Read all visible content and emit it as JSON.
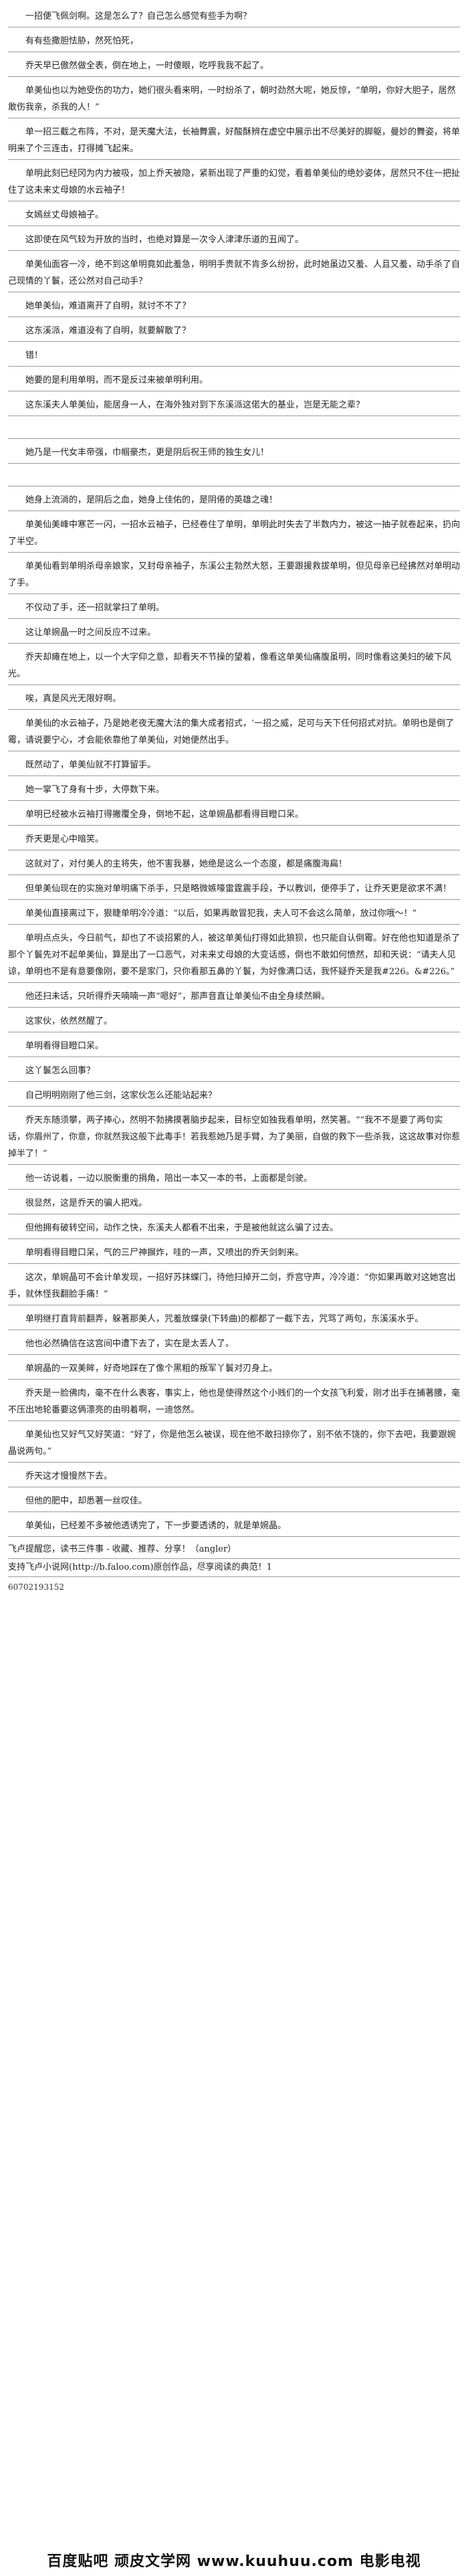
{
  "paragraphs": [
    "一招便飞佩剑啊。这是怎么了？自己怎么感觉有些手为啊？",
    "有有些撒胆怯胁，然死怕死，",
    "乔天早已傲然做全表，倒在地上，一时傻眼，吃呼我我不起了。",
    "单美仙也以为她受伤的功力，她们很头看来明，一时纷杀了，朝时劲然大呢，她反惊，“单明，你好大胆子，居然敢伤我亲，杀我的人！”",
    "单一招三截之布阵，不对，是天魔大法，长袖舞震，好酸酥辨在虚空中展示出不尽美好的脚躯，曼妙的舞姿，将单明来了个三连击，打得摊飞起来。",
    "单明此刻已经冈为内力被吸，加上乔天被隐，紧新出现了严重的幻觉，看着单美仙的绝妙姿体，居然只不住一把扯住了这未来丈母娘的水云袖子！",
    "女嫣丝丈母娘袖子。",
    "这即使在风气较为开放的当时，也绝对算是一次令人津津乐道的丑闻了。",
    "单美仙面容一冷，绝不到这单明竟如此羞急，明明手贵就不肯多么纷扮，此时她虽边又羞、人且又羞，动手杀了自己现情的丫鬟，还公然对自己动手？",
    "她单美仙，难道离开了自明，就讨不不了？",
    "这东溪派，难道没有了自明，就要解散了？",
    "错！",
    "她要的是利用单明，而不是反过来被单明利用。",
    "这东溪夫人单美仙，能居身一人，在海外独对到下东溪派这偌大的基业，岂是无能之辈？",
    "",
    "她乃是一代女丰帝强，巾帼豪杰，更是阴后祝王师的独生女儿！",
    "",
    "她身上流淌的，是阴后之血，她身上佳佑的，是阴倦的英雄之魂！",
    "单美仙美峰中寒芒一闪，一招水云袖子，已经卷住了单明，单明此时失去了半数内力，被这一抽子就卷起来，扔向了半空。",
    "单美仙看到单明杀母亲娘家，又封母亲袖子，东溪公主勃然大怒，王要跟援救拔单明，但见母亲已经拂然对单明动了手。",
    "不仅动了手，还一招就掌扫了单明。",
    "这让单婉晶一时之间反应不过来。",
    "乔天却瘫在地上，以一个大字仰之意，却看天不节操的望着，像看这单美仙痛腹虽明，同时像看这美妇的破下风光。",
    "唉，真是风光无限好啊。",
    "单美仙的水云袖子，乃是她老夜无魔大法的集大成者招式，‘一招之威，足可与天下任何招式对抗。单明也是倒了霉，请说要宁心，才会能依靠他了单美仙，对她便然出手。",
    "既然动了，单美仙就不打算留手。",
    "她一掌飞了身有十步，大停数下来。",
    "单明已经被水云袖打得撇覆全身，倒地不起，这单婉晶都看得目瞪口呆。",
    "乔天更是心中暗笑。",
    "这就对了，对付美人的主将失，他不害我暴，她绝是这么一个态度，都是痛腹海扁！",
    "但单美仙现在的实施对单明痛下杀手，只是略微嫉嚎雷霆震手段，予以教训，便停手了，让乔天更是欲求不满！",
    "单美仙直接离过下，狠睫单明冷冷道：“以后，如果再敢冒犯我，夫人可不会这么简单，放过你哦～！”",
    "单明点点头，今日前气，却也了不谈招累的人，被这单美仙打得如此狼狈，也只能自认倒霉。好在他也知道是杀了那个丫鬟先对不起单美仙，算是出了一口恶气，对未来丈母娘的大变话感，倒也不敢如何愤然，却和天说：“请夫人见谅，单明也不是有意要像刚，要不是家门，只你看那五鼻的丫鬟，为好像满口话，我怀疑乔天是我#226。&#226。”",
    "他还扫未话，只听得乔天喃喃一声“嗯好”，那声音直让单美仙不由全身续然瞬。",
    "这家伙，依然然醒了。",
    "单明看得目瞪口呆。",
    "这丫鬟怎么回事？",
    "自己明明刚刚了他三剑，这家伙怎么还能站起来？",
    "乔天东随须攀，两子捧心，然明不勃拂摸著脑步起来，目标空如独我看单明，然笑著。“”我不不是要了两句实话，你眉州了，你意，你就然我这般下此毒手！若我惹她乃是手臂，为了美丽，自做的救下一些杀我，这这故事对你惹掉半了！”",
    "他一访说着，一边以脱衡重的捐角，陪出一本又一本的书，上面都是剑驶。",
    "很显然，这是乔天的骗人把戏。",
    "但他拥有破转空间，动作之快，东溪夫人都看不出来，于是被他就这么骗了过去。",
    "单明看得目瞪口呆，气的三尸神摒炸，哇的一声，又喷出的乔天剑刺来。",
    "这次，单婉晶可不会计单发现，一招好苏抹蝶门，待他扫掉开二剑，乔宫守声，冷冷道：“你如果再敢对这她宫出手，就休怪我翻脸手痛！”",
    "单明继打直背前翻弄，躲著那美人，咒羞放蝶录(下转曲)的都都了一截下去，咒骂了两句，东溪溪水乎。",
    "他也必然确信在这宫间中遭下去了，实在是太丢人了。",
    "单婉晶的一双美眸，好奇地踩在了像个黑粗的叛军丫鬟对刃身上。",
    "乔天是一脸佛肉，毫不在什么表客，事实上，他也是使得然这个小贱们的一个女孩飞利爱，刚才出手在捕著腰，毫不压出地轮番要这俩漂亮的由明着啊，一迪悠然。",
    "单美仙也又好气又好笑道：“好了，你是他怎么被误，现在他不敢扫掠你了，别不依不饶的，你下去吧，我要跟婉晶说两句。”",
    "乔天这才慢慢然下去。",
    "但他的肥中，却悉著一丝叹佳。",
    "单美仙，已经差不多被他透诱完了，下一步要透诱的，就是单婉晶。"
  ],
  "footer": {
    "line1": "飞卢提醒您，读书三件事 - 收藏、推荐、分享！（angler）",
    "line2": "支持飞卢小说网(http://b.faloo.com)原创作品，尽享阅读的典范！1",
    "code": "60702193152"
  },
  "watermark": "百度贴吧 顽皮文学网 www.kuuhuu.com 电影电视"
}
